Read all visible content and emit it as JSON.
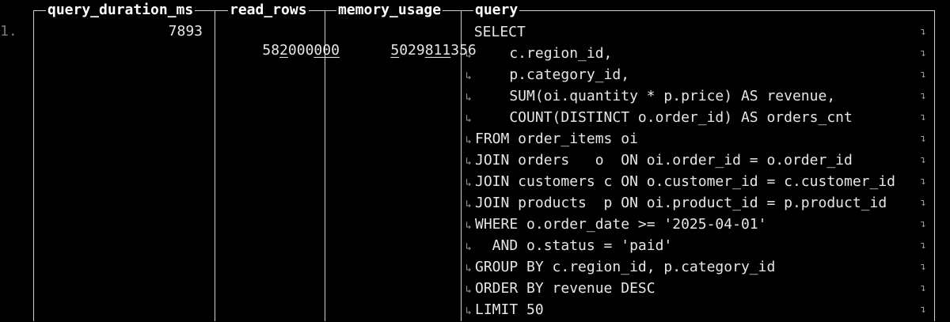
{
  "table": {
    "columns": [
      {
        "name": "query_duration_ms"
      },
      {
        "name": "read_rows"
      },
      {
        "name": "memory_usage"
      },
      {
        "name": "query"
      }
    ],
    "row": {
      "index": "1.",
      "query_duration_ms": "7893",
      "read_rows": {
        "a": "58",
        "b": "2",
        "c": "000",
        "d": "000"
      },
      "memory_usage": {
        "a": "5",
        "b": "029",
        "c": "811",
        "d": "356"
      },
      "query_lines": [
        {
          "text": " SELECT",
          "cont": false
        },
        {
          "text": "    c.region_id,",
          "cont": true
        },
        {
          "text": "    p.category_id,",
          "cont": true
        },
        {
          "text": "    SUM(oi.quantity * p.price) AS revenue,",
          "cont": true
        },
        {
          "text": "    COUNT(DISTINCT o.order_id) AS orders_cnt",
          "cont": true
        },
        {
          "text": "FROM order_items oi",
          "cont": true
        },
        {
          "text": "JOIN orders   o  ON oi.order_id = o.order_id",
          "cont": true
        },
        {
          "text": "JOIN customers c ON o.customer_id = c.customer_id",
          "cont": true
        },
        {
          "text": "JOIN products  p ON oi.product_id = p.product_id",
          "cont": true
        },
        {
          "text": "WHERE o.order_date >= '2025-04-01'",
          "cont": true
        },
        {
          "text": "  AND o.status = 'paid'",
          "cont": true
        },
        {
          "text": "GROUP BY c.region_id, p.category_id",
          "cont": true
        },
        {
          "text": "ORDER BY revenue DESC",
          "cont": true
        },
        {
          "text": "LIMIT 50",
          "cont": true
        }
      ],
      "continuation_glyph": "↳",
      "wrap_glyph": "↴"
    }
  },
  "colors": {
    "background": "#000000",
    "text": "#e6e6e6",
    "header": "#ffffff",
    "border": "#cfcfcf",
    "muted": "#777777"
  }
}
